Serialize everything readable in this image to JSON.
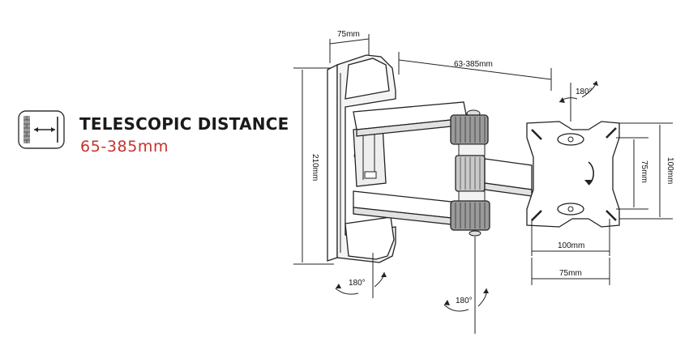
{
  "feature": {
    "title": "TELESCOPIC DISTANCE",
    "value": "65-385mm",
    "value_color": "#c8312c",
    "icon": "telescopic-wall-arrow-icon"
  },
  "dimensions": {
    "bracket_depth": "75mm",
    "extension_range": "63-385mm",
    "wall_plate_height": "210mm",
    "vesa_inner_height": "75mm",
    "vesa_outer_height": "100mm",
    "vesa_outer_width": "100mm",
    "vesa_inner_width": "75mm"
  },
  "rotations": {
    "top_right": "180°",
    "bottom_left": "180°",
    "bottom_center": "180°"
  },
  "colors": {
    "ink": "#222222",
    "accent": "#c8312c"
  }
}
